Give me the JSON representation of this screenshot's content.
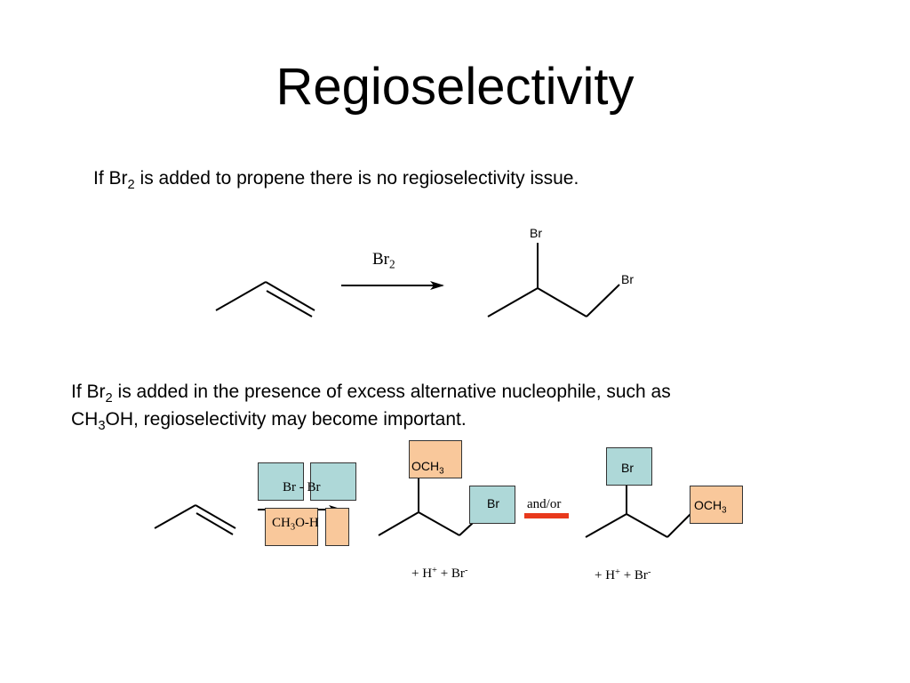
{
  "slide": {
    "title": "Regioselectivity",
    "line1": {
      "pre": "If  Br",
      "sub": "2",
      "post": " is added to propene there is no regioselectivity issue."
    },
    "para2": {
      "l1_pre": "If Br",
      "l1_sub": "2",
      "l1_post": " is added in the presence of excess  alternative nucleophile, such as",
      "l2_pre": "CH",
      "l2_sub": "3",
      "l2_post": "OH, regioselectivity may become important."
    }
  },
  "reaction1": {
    "reagent": "Br",
    "reagent_sub": "2",
    "product_br_top": "Br",
    "product_br_right": "Br"
  },
  "reaction2": {
    "brbr_label": "Br - Br",
    "meoh_pre": "CH",
    "meoh_sub": "3",
    "meoh_post": "O-H",
    "product1_och3_pre": "OCH",
    "product1_och3_sub": "3",
    "product1_br": "Br",
    "and_or": "and/or",
    "product2_br": "Br",
    "product2_och3_pre": "OCH",
    "product2_och3_sub": "3",
    "byproducts1": {
      "plus1": "+ H",
      "hsup": "+",
      "plus2": "+  Br",
      "brsup": "-"
    },
    "byproducts2": {
      "plus1": "+ H",
      "hsup": "+",
      "plus2": "+  Br",
      "brsup": "-"
    }
  },
  "colors": {
    "blue_box": "#aed8d8",
    "orange_box": "#f9c89b",
    "and_or_bar": "#e8391c"
  }
}
